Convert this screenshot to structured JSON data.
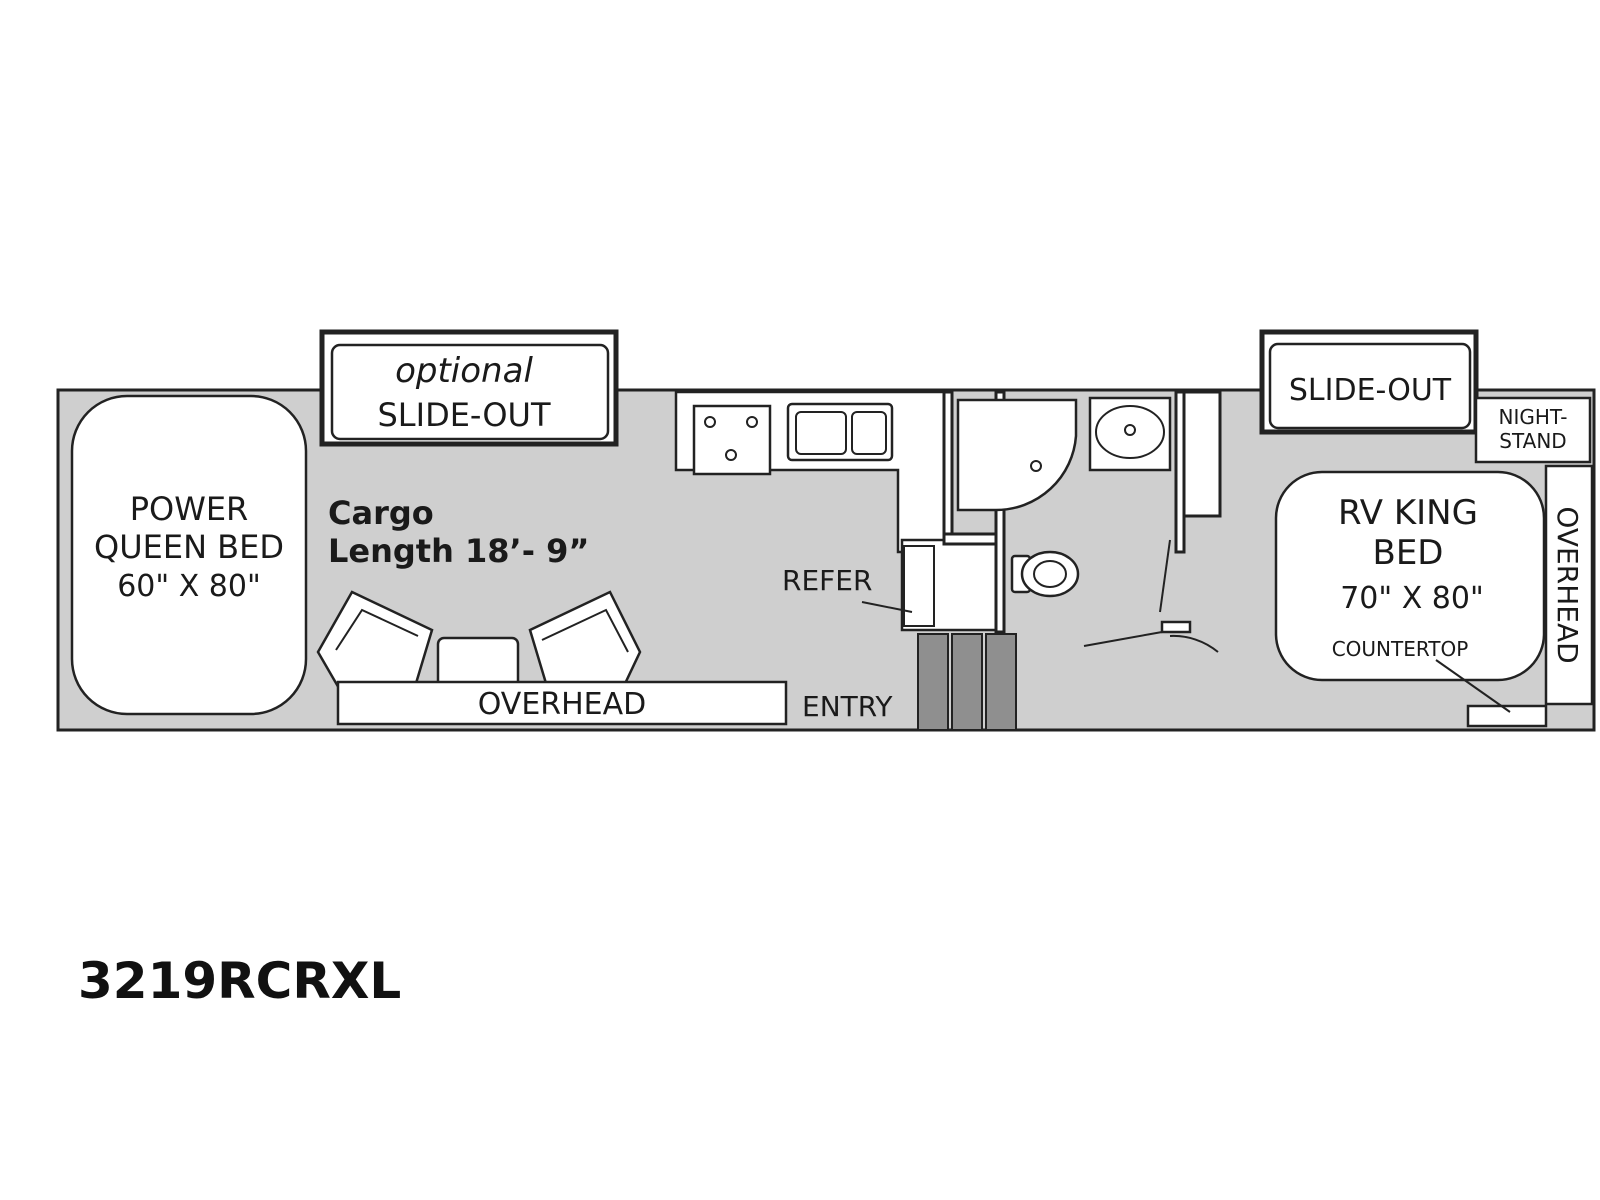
{
  "model": "3219RCRXL",
  "labels": {
    "optional": "optional",
    "slide_out_left": "SLIDE-OUT",
    "slide_out_right": "SLIDE-OUT",
    "power_queen_1": "POWER",
    "power_queen_2": "QUEEN BED",
    "power_queen_3": "60\" X 80\"",
    "cargo_1": "Cargo",
    "cargo_2": "Length 18’- 9”",
    "overhead_bottom": "OVERHEAD",
    "entry": "ENTRY",
    "refer": "REFER",
    "night_1": "NIGHT-",
    "night_2": "STAND",
    "king_1": "RV KING",
    "king_2": "BED",
    "king_3": "70\" X 80\"",
    "countertop": "COUNTERTOP",
    "overhead_right": "OVERHEAD"
  },
  "colors": {
    "floor": "#cfcfcf",
    "steps": "#8f8f8f"
  }
}
